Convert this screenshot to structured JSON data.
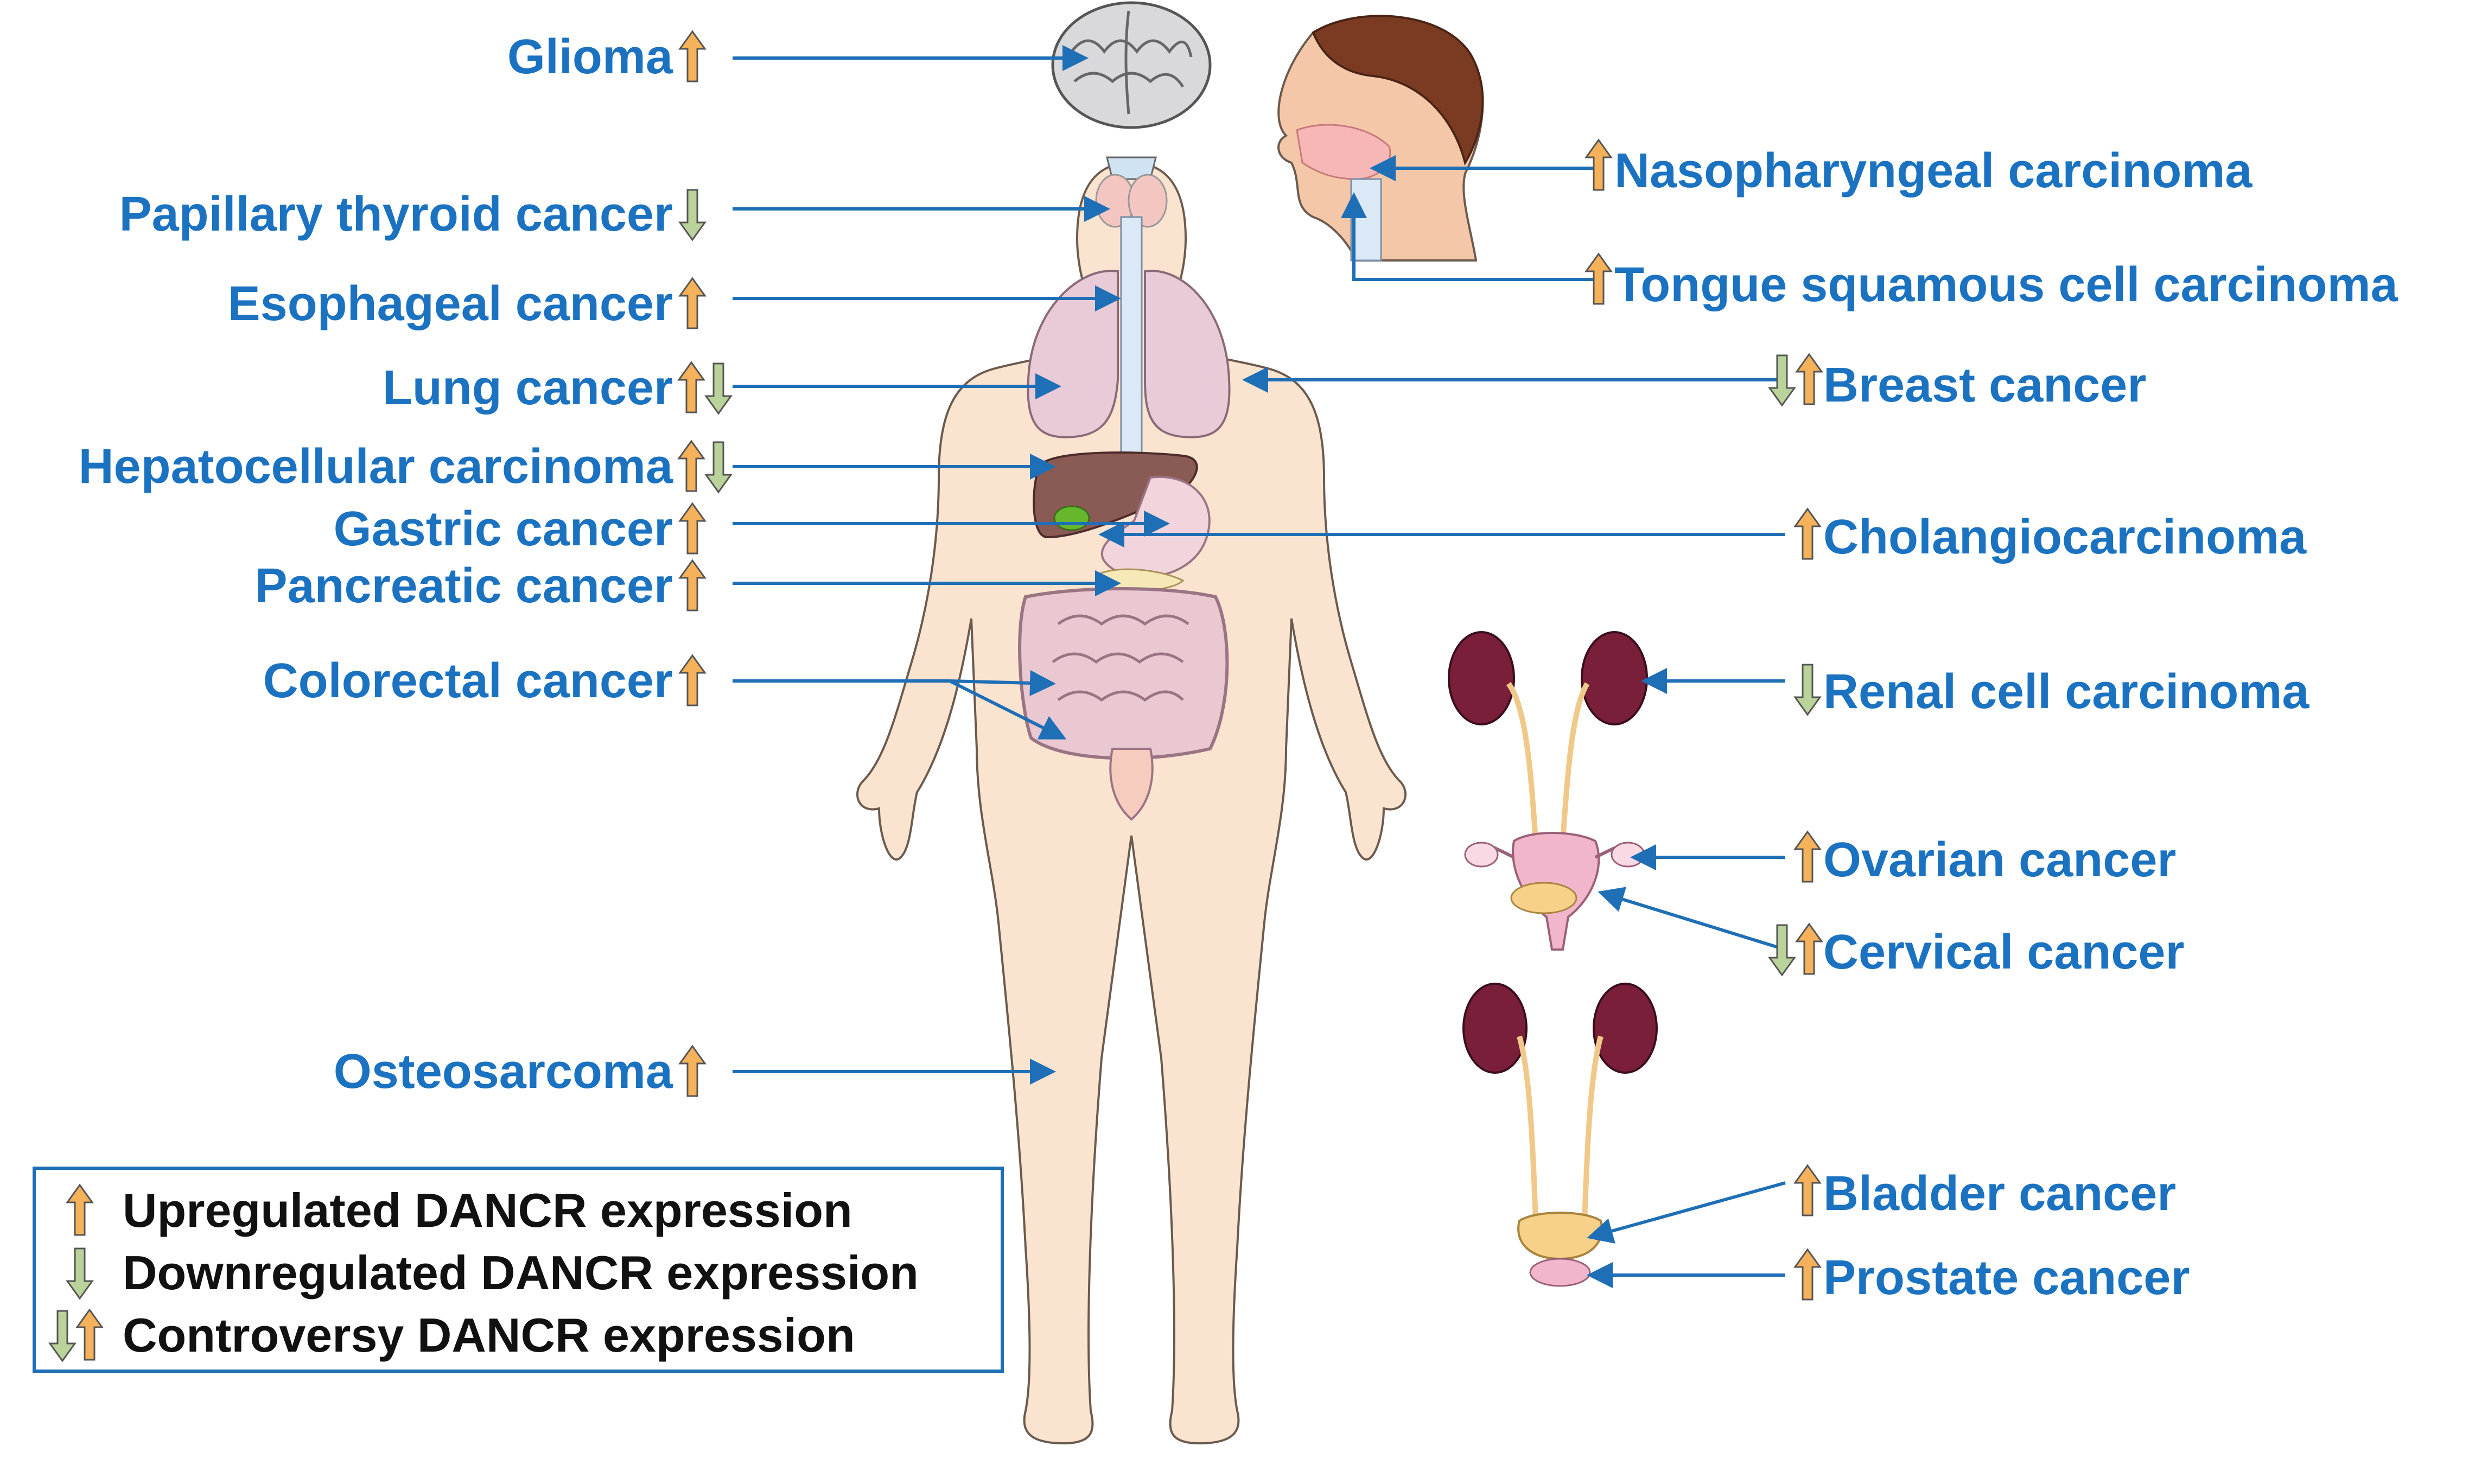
{
  "colors": {
    "label": "#1b72c0",
    "leader": "#1f6fb6",
    "up_arrow": "#f6b25b",
    "down_arrow": "#b9d39a",
    "skin": "#fbe4cf",
    "legend_text": "#111111"
  },
  "labels": {
    "glioma": "Glioma",
    "papillary_thyroid": "Papillary thyroid cancer",
    "esophageal": "Esophageal cancer",
    "lung": "Lung cancer",
    "hepatocellular": "Hepatocellular carcinoma",
    "gastric": "Gastric cancer",
    "pancreatic": "Pancreatic cancer",
    "colorectal": "Colorectal cancer",
    "osteosarcoma": "Osteosarcoma",
    "nasopharyngeal": "Nasopharyngeal carcinoma",
    "tongue": "Tongue squamous cell carcinoma",
    "breast": "Breast cancer",
    "cholangio": "Cholangiocarcinoma",
    "renal": "Renal cell carcinoma",
    "ovarian": "Ovarian cancer",
    "cervical": "Cervical cancer",
    "bladder": "Bladder cancer",
    "prostate": "Prostate cancer"
  },
  "legend": {
    "up": "Upregulated DANCR expression",
    "down": "Downregulated DANCR expression",
    "controversy": "Controversy DANCR expression"
  },
  "icons": {
    "up": "up-arrow-icon",
    "down": "down-arrow-icon",
    "controversy": "up-down-arrow-icon"
  }
}
